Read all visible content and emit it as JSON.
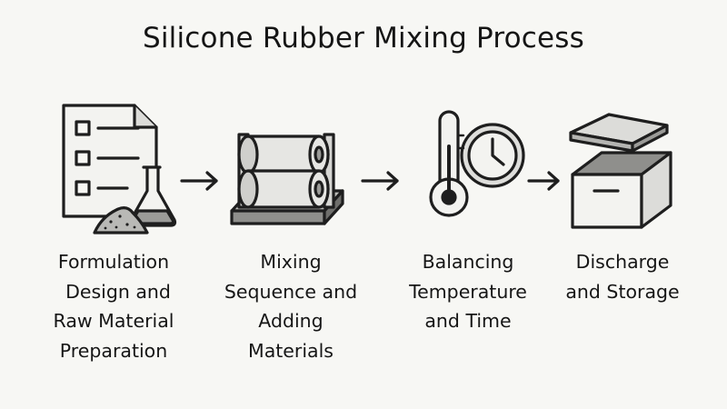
{
  "diagram": {
    "title": "Silicone Rubber Mixing Process",
    "steps": [
      {
        "icon": "formulation-document-icon",
        "lines": [
          "Formulation",
          " Design and",
          "Raw Material",
          "Preparation"
        ]
      },
      {
        "icon": "mixing-rollers-icon",
        "lines": [
          "Mixing",
          "Sequence and",
          "Adding",
          "Materials"
        ]
      },
      {
        "icon": "thermometer-clock-icon",
        "lines": [
          "Balancing",
          "Temperature",
          "and Time"
        ]
      },
      {
        "icon": "storage-box-icon",
        "lines": [
          "Discharge",
          "and Storage"
        ]
      }
    ],
    "colors": {
      "stroke": "#1e1e1e",
      "fill_light": "#e6e6e3",
      "fill_mid": "#c9c9c6",
      "fill_dark": "#9b9b98",
      "background": "#f7f7f4"
    }
  }
}
